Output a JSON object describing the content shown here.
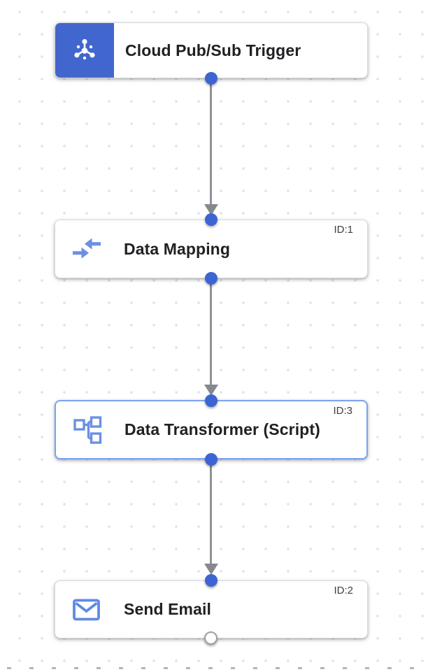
{
  "app": {
    "view": "integration-workflow-canvas"
  },
  "colors": {
    "trigger_block_blue": "#4166cd",
    "port_blue": "#3d64d3",
    "icon_blue": "#6b90e3",
    "selected_border_blue": "#7aa4f2",
    "edge_gray": "#8e9297",
    "grid_dot_gray": "#dfe1e5",
    "title_text": "#202124",
    "id_text": "#3c4043",
    "card_border": "#d8dadf"
  },
  "nodes": [
    {
      "title": "Cloud Pub/Sub Trigger",
      "kind": "trigger",
      "icon": "pubsub-icon",
      "id_label": "",
      "selected": false
    },
    {
      "title": "Data Mapping",
      "kind": "task",
      "icon": "data-mapping-icon",
      "id_label": "ID:1",
      "selected": false
    },
    {
      "title": "Data Transformer (Script)",
      "kind": "task",
      "icon": "schema-icon",
      "id_label": "ID:3",
      "selected": true
    },
    {
      "title": "Send Email",
      "kind": "task",
      "icon": "mail-icon",
      "id_label": "ID:2",
      "selected": false
    }
  ],
  "edges": [
    {
      "from": "Cloud Pub/Sub Trigger",
      "to": "Data Mapping"
    },
    {
      "from": "Data Mapping",
      "to": "Data Transformer (Script)"
    },
    {
      "from": "Data Transformer (Script)",
      "to": "Send Email"
    }
  ]
}
